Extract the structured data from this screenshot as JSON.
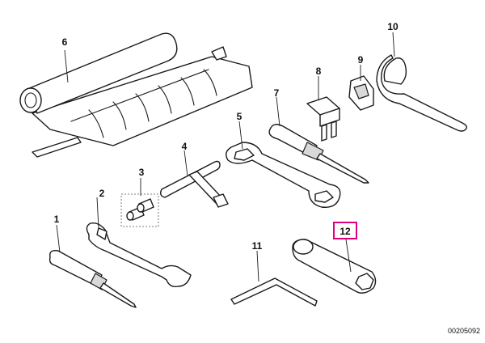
{
  "parts": [
    {
      "label": "1"
    },
    {
      "label": "2"
    },
    {
      "label": "3"
    },
    {
      "label": "4"
    },
    {
      "label": "5"
    },
    {
      "label": "6"
    },
    {
      "label": "7"
    },
    {
      "label": "8"
    },
    {
      "label": "9"
    },
    {
      "label": "10"
    },
    {
      "label": "11"
    },
    {
      "label": "12"
    }
  ],
  "highlight": {
    "color": "#e0007a"
  },
  "reference_code": "00205092"
}
